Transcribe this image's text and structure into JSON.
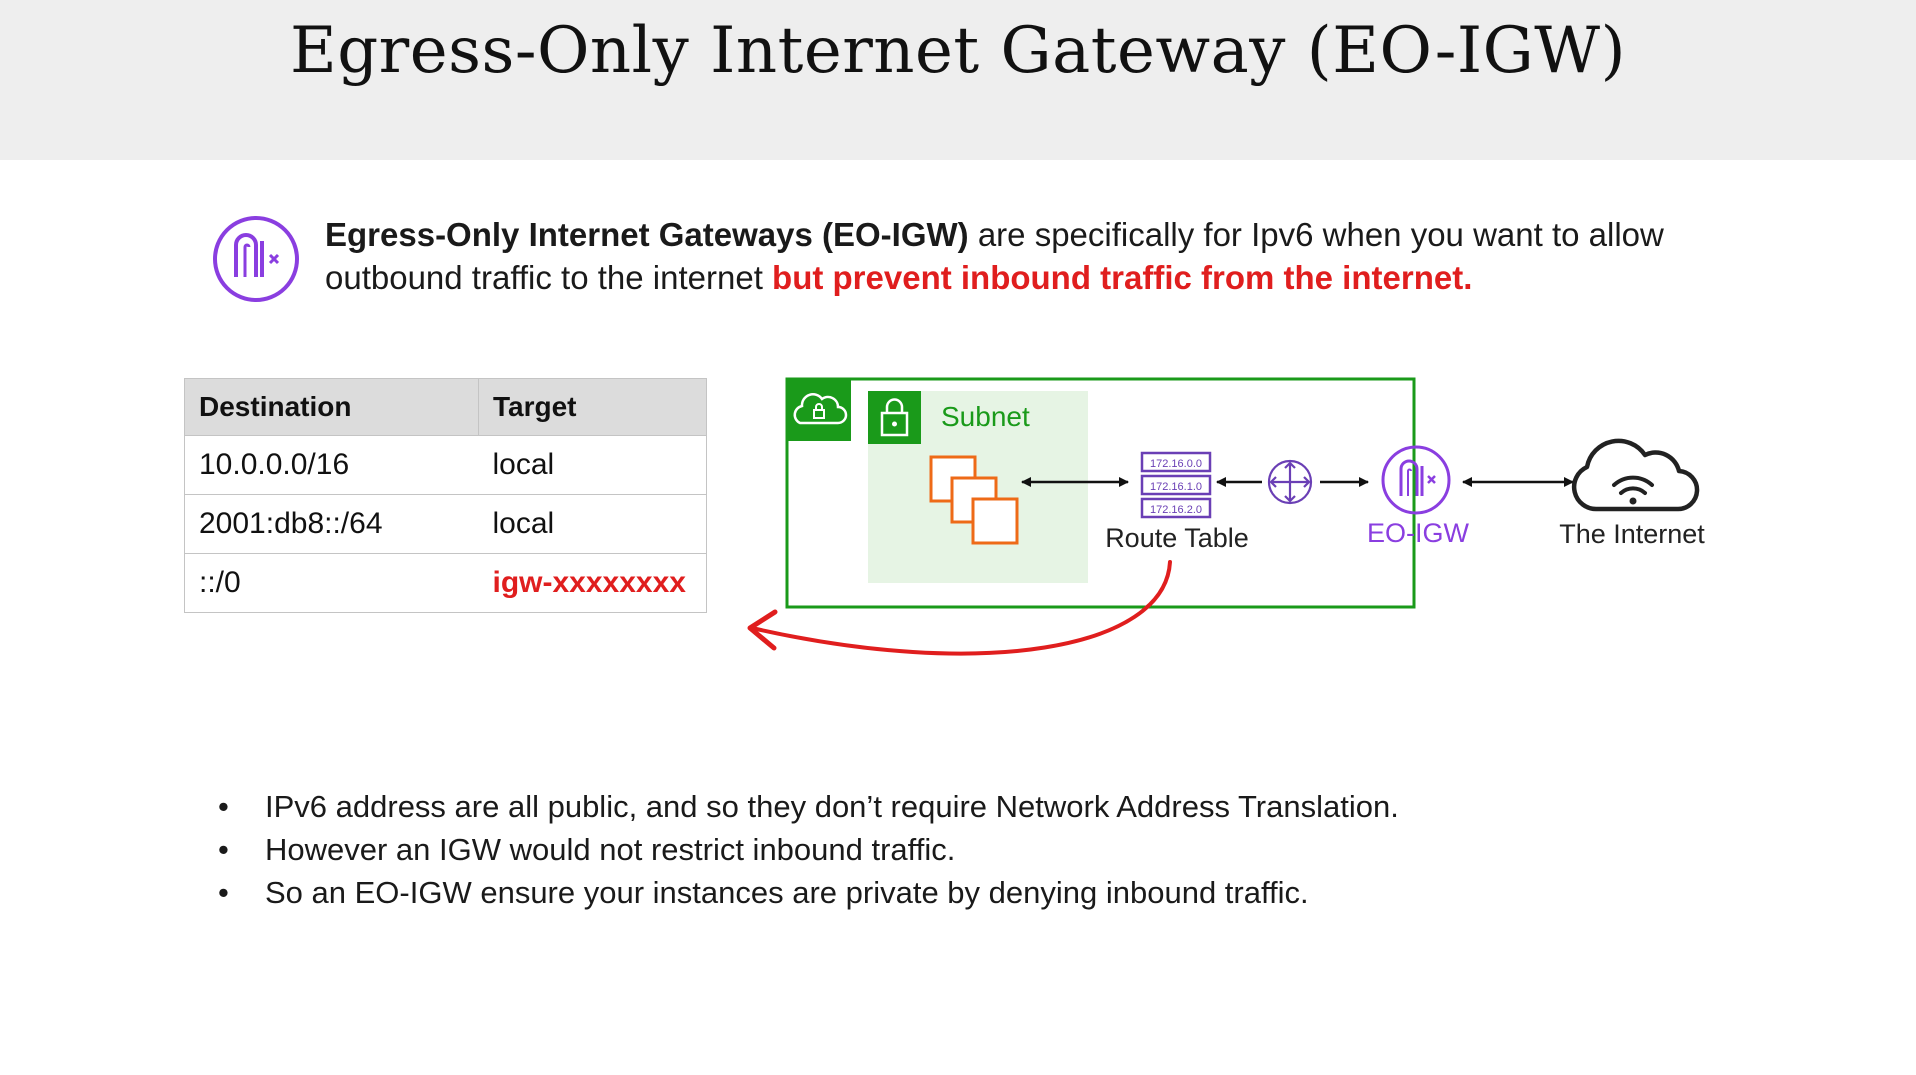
{
  "title": "Egress-Only Internet Gateway (EO-IGW)",
  "intro": {
    "bold": "Egress-Only Internet Gateways (EO-IGW)",
    "rest": " are specifically for Ipv6 when you want to allow outbound traffic to the internet ",
    "warning": "but prevent inbound traffic from the internet."
  },
  "route_table": {
    "headers": [
      "Destination",
      "Target"
    ],
    "rows": [
      {
        "destination": "10.0.0.0/16",
        "target": "local"
      },
      {
        "destination": "2001:db8::/64",
        "target": "local"
      },
      {
        "destination": "::/0",
        "target": "igw-xxxxxxxx"
      }
    ]
  },
  "diagram": {
    "subnet_label": "Subnet",
    "route_table_label": "Route Table",
    "route_entries": [
      "172.16.0.0",
      "172.16.1.0",
      "172.16.2.0"
    ],
    "eoigw_label": "EO-IGW",
    "internet_label": "The Internet"
  },
  "bullets": [
    "IPv6 address are all public, and so they don’t require Network Address Translation.",
    "However an IGW would not restrict inbound traffic.",
    "So an EO-IGW ensure your instances are private by denying inbound traffic."
  ],
  "colors": {
    "vpc_green": "#1a9a1a",
    "subnet_fill": "#e6f4e4",
    "ec2_orange": "#ee6a17",
    "route_purple": "#6a3fb5",
    "eoigw_purple": "#8a3ee0",
    "accent_red": "#e01e1e"
  }
}
